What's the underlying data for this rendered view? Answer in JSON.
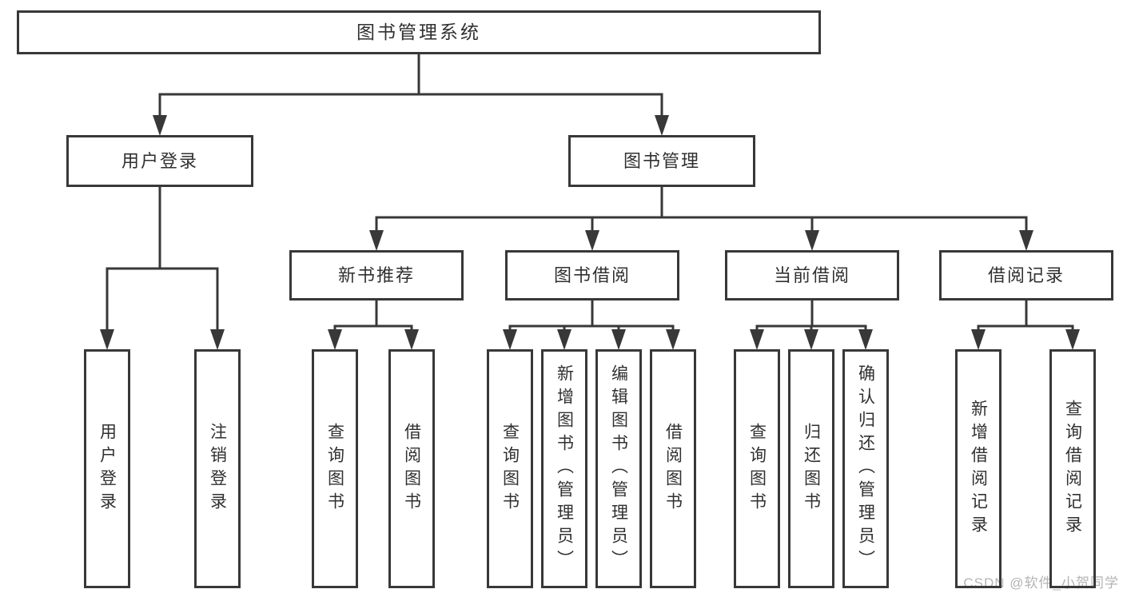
{
  "tree": {
    "root": {
      "label": "图书管理系统"
    },
    "branches": [
      {
        "label": "用户登录",
        "children": [
          {
            "label": "用户登录"
          },
          {
            "label": "注销登录"
          }
        ]
      },
      {
        "label": "图书管理",
        "children": [
          {
            "label": "新书推荐",
            "children": [
              {
                "label": "查询图书"
              },
              {
                "label": "借阅图书"
              }
            ]
          },
          {
            "label": "图书借阅",
            "children": [
              {
                "label": "查询图书"
              },
              {
                "label": "新增图书（管理员）"
              },
              {
                "label": "编辑图书（管理员）"
              },
              {
                "label": "借阅图书"
              }
            ]
          },
          {
            "label": "当前借阅",
            "children": [
              {
                "label": "查询图书"
              },
              {
                "label": "归还图书"
              },
              {
                "label": "确认归还（管理员）"
              }
            ]
          },
          {
            "label": "借阅记录",
            "children": [
              {
                "label": "新增借阅记录"
              },
              {
                "label": "查询借阅记录"
              }
            ]
          }
        ]
      }
    ]
  },
  "watermark": "CSDN @软件_小贺同学",
  "colors": {
    "line": "#383838",
    "box_border": "#383838",
    "text": "#303030",
    "watermark": "#b4b4b4",
    "background": "#ffffff"
  }
}
